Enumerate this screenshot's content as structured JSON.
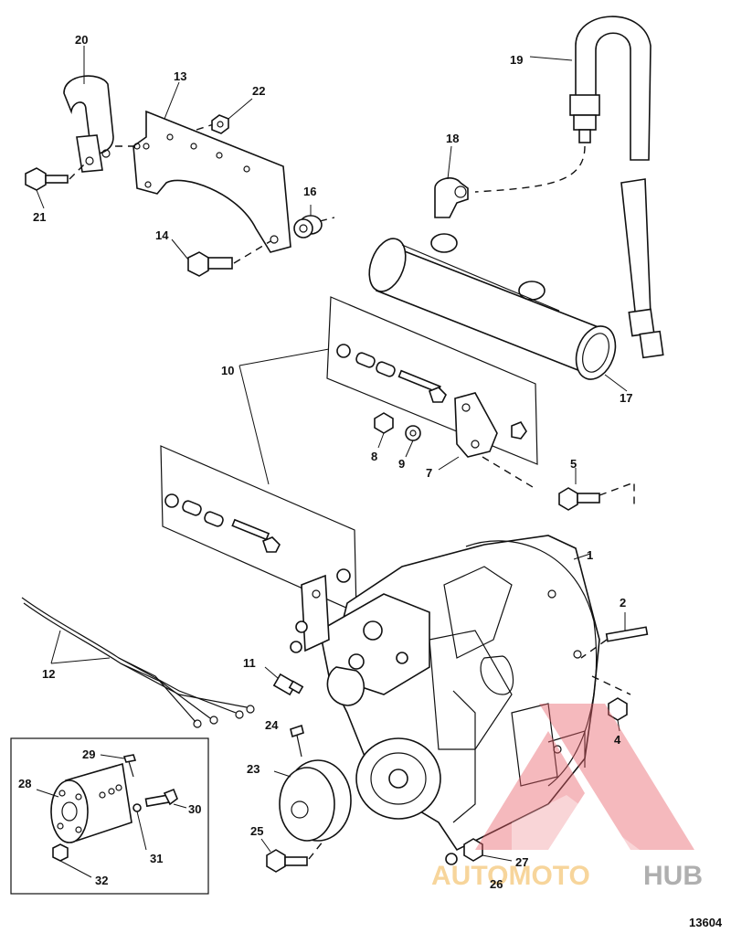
{
  "callouts": {
    "c1": "1",
    "c2": "2",
    "c4": "4",
    "c5": "5",
    "c7": "7",
    "c8": "8",
    "c9": "9",
    "c10": "10",
    "c11": "11",
    "c12": "12",
    "c13": "13",
    "c14": "14",
    "c16": "16",
    "c17": "17",
    "c18": "18",
    "c19": "19",
    "c20": "20",
    "c21": "21",
    "c22": "22",
    "c23": "23",
    "c24": "24",
    "c25": "25",
    "c26": "26",
    "c27": "27",
    "c28": "28",
    "c29": "29",
    "c30": "30",
    "c31": "31",
    "c32": "32"
  },
  "drawing_number": "13604",
  "watermark": {
    "word_a": "AUTOMOTO",
    "word_b": "HUB",
    "color_a": "#f4c26d",
    "color_b": "#8a8a8a",
    "triangle_color": "#e8606a"
  }
}
